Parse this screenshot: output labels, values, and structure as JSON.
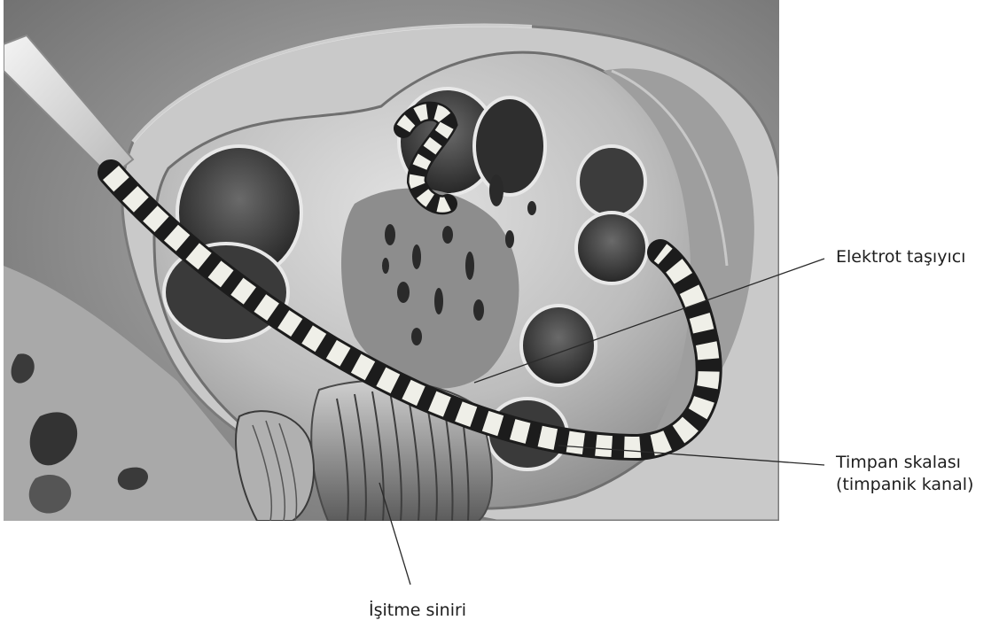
{
  "labels": {
    "electrode_carrier": "Elektrot taşıyıcı",
    "scala_tympani_line1": "Timpan skalası",
    "scala_tympani_line2": "(timpanik kanal)",
    "auditory_nerve": "İşitme siniri"
  },
  "colors": {
    "background": "#ffffff",
    "leader_line": "#2a2a2a",
    "illustration_dark": "#2b2b2b",
    "illustration_mid": "#8a8a8a",
    "illustration_light": "#d6d6d6",
    "electrode_band_light": "#f0f0ea",
    "electrode_band_dark": "#1c1c1c"
  }
}
